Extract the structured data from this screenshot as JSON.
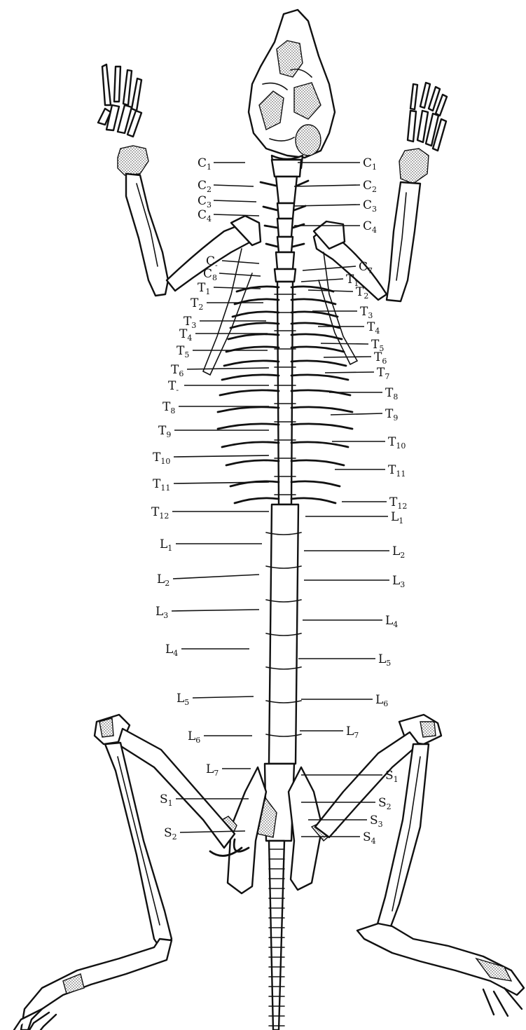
{
  "labels": {
    "left": [
      {
        "id": "l-c1",
        "base": "C",
        "sub": "1"
      },
      {
        "id": "l-c2",
        "base": "C",
        "sub": "2"
      },
      {
        "id": "l-c3",
        "base": "C",
        "sub": "3"
      },
      {
        "id": "l-c4",
        "base": "C",
        "sub": "4"
      },
      {
        "id": "l-c7",
        "base": "C",
        "sub": "-"
      },
      {
        "id": "l-c8",
        "base": "C",
        "sub": "8"
      },
      {
        "id": "l-t1",
        "base": "T",
        "sub": "1"
      },
      {
        "id": "l-t2",
        "base": "T",
        "sub": "2"
      },
      {
        "id": "l-t3",
        "base": "T",
        "sub": "3"
      },
      {
        "id": "l-t4",
        "base": "T",
        "sub": "4"
      },
      {
        "id": "l-t5",
        "base": "T",
        "sub": "5"
      },
      {
        "id": "l-t6",
        "base": "T",
        "sub": "6"
      },
      {
        "id": "l-t7",
        "base": "T",
        "sub": "-"
      },
      {
        "id": "l-t8",
        "base": "T",
        "sub": "8"
      },
      {
        "id": "l-t9",
        "base": "T",
        "sub": "9"
      },
      {
        "id": "l-t10",
        "base": "T",
        "sub": "10"
      },
      {
        "id": "l-t11",
        "base": "T",
        "sub": "11"
      },
      {
        "id": "l-t12",
        "base": "T",
        "sub": "12"
      },
      {
        "id": "l-l1",
        "base": "L",
        "sub": "1"
      },
      {
        "id": "l-l2",
        "base": "L",
        "sub": "2"
      },
      {
        "id": "l-l3",
        "base": "L",
        "sub": "3"
      },
      {
        "id": "l-l4",
        "base": "L",
        "sub": "4"
      },
      {
        "id": "l-l5",
        "base": "L",
        "sub": "5"
      },
      {
        "id": "l-l6",
        "base": "L",
        "sub": "6"
      },
      {
        "id": "l-l7",
        "base": "L",
        "sub": "7"
      },
      {
        "id": "l-s1",
        "base": "S",
        "sub": "1"
      },
      {
        "id": "l-s2",
        "base": "S",
        "sub": "2"
      }
    ],
    "right": [
      {
        "id": "r-c1",
        "base": "C",
        "sub": "1"
      },
      {
        "id": "r-c2",
        "base": "C",
        "sub": "2"
      },
      {
        "id": "r-c3",
        "base": "C",
        "sub": "3"
      },
      {
        "id": "r-c4",
        "base": "C",
        "sub": "4"
      },
      {
        "id": "r-c7",
        "base": "C",
        "sub": "7"
      },
      {
        "id": "r-t1",
        "base": "T",
        "sub": "1"
      },
      {
        "id": "r-t2",
        "base": "T",
        "sub": "2"
      },
      {
        "id": "r-t3",
        "base": "T",
        "sub": "3"
      },
      {
        "id": "r-t4",
        "base": "T",
        "sub": "4"
      },
      {
        "id": "r-t5",
        "base": "T",
        "sub": "5"
      },
      {
        "id": "r-t6",
        "base": "T",
        "sub": "6"
      },
      {
        "id": "r-t7",
        "base": "T",
        "sub": "7"
      },
      {
        "id": "r-t8",
        "base": "T",
        "sub": "8"
      },
      {
        "id": "r-t9",
        "base": "T",
        "sub": "9"
      },
      {
        "id": "r-t10",
        "base": "T",
        "sub": "10"
      },
      {
        "id": "r-t11",
        "base": "T",
        "sub": "11"
      },
      {
        "id": "r-t12",
        "base": "T",
        "sub": "12"
      },
      {
        "id": "r-l1",
        "base": "L",
        "sub": "1"
      },
      {
        "id": "r-l2",
        "base": "L",
        "sub": "2"
      },
      {
        "id": "r-l3",
        "base": "L",
        "sub": "3"
      },
      {
        "id": "r-l4",
        "base": "L",
        "sub": "4"
      },
      {
        "id": "r-l5",
        "base": "L",
        "sub": "5"
      },
      {
        "id": "r-l6",
        "base": "L",
        "sub": "6"
      },
      {
        "id": "r-l7",
        "base": "L",
        "sub": "7"
      },
      {
        "id": "r-s1",
        "base": "S",
        "sub": "1"
      },
      {
        "id": "r-s2",
        "base": "S",
        "sub": "2"
      },
      {
        "id": "r-s3",
        "base": "S",
        "sub": "3"
      },
      {
        "id": "r-s4",
        "base": "S",
        "sub": "4"
      }
    ]
  }
}
